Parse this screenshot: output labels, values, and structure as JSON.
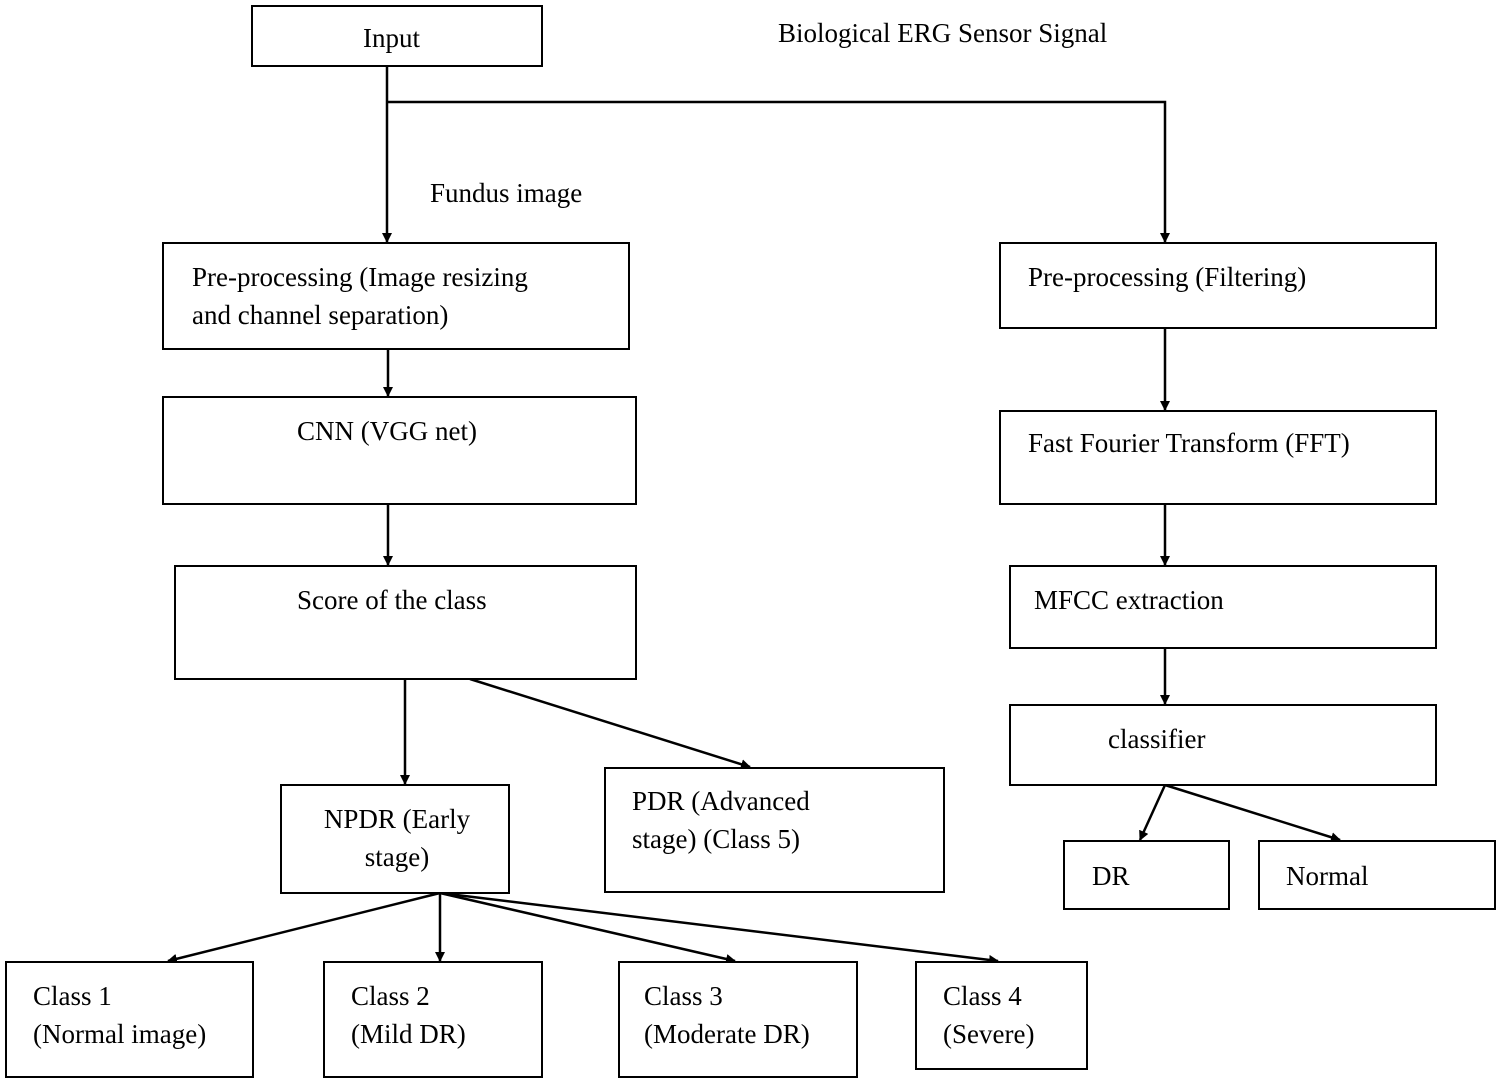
{
  "labels": {
    "biological_erg": "Biological ERG Sensor Signal",
    "fundus_image": "Fundus image"
  },
  "boxes": {
    "input": "Input",
    "preproc_image": "Pre-processing (Image resizing\nand channel separation)",
    "cnn": "CNN (VGG  net)",
    "score": "Score of the class",
    "npdr": "NPDR  (Early\nstage)",
    "pdr": "PDR (Advanced\nstage) (Class 5)",
    "class1": "Class 1\n(Normal image)",
    "class2": "Class 2\n(Mild DR)",
    "class3": "Class 3\n(Moderate DR)",
    "class4": "Class 4\n(Severe)",
    "preproc_filter": "Pre-processing  (Filtering)",
    "fft": "Fast Fourier  Transform (FFT)",
    "mfcc": "MFCC extraction",
    "classifier": "classifier",
    "dr": "DR",
    "normal": "Normal"
  }
}
